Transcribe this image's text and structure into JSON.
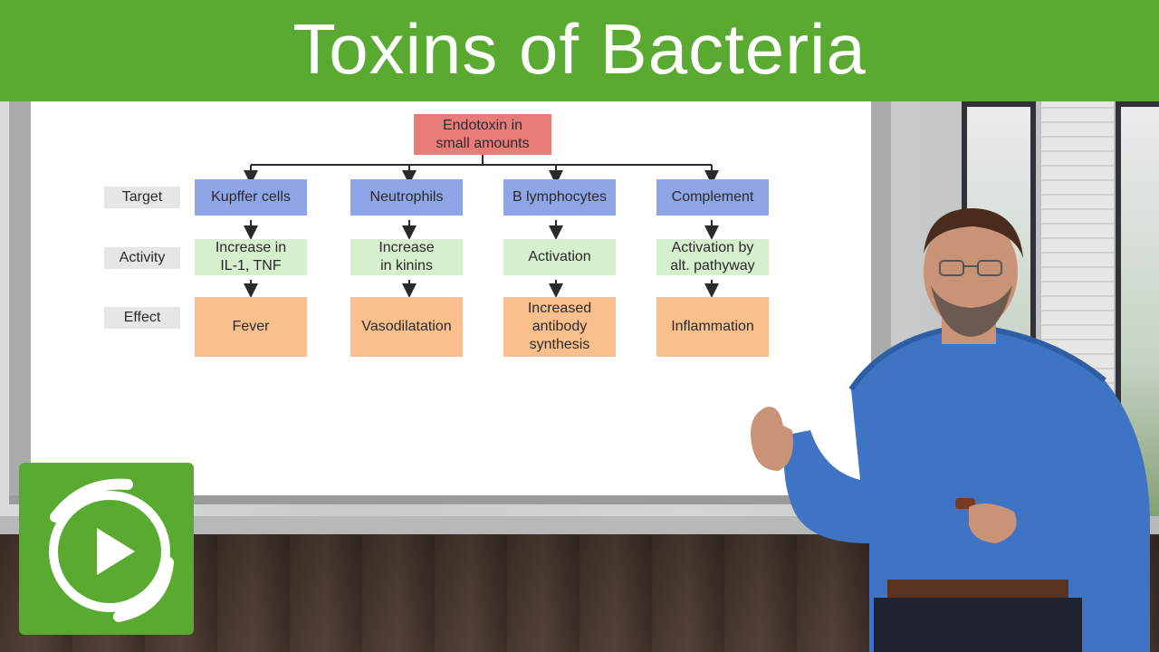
{
  "header": {
    "title": "Toxins of Bacteria"
  },
  "diagram": {
    "root": "Endotoxin in\nsmall amounts",
    "row_labels": {
      "target": "Target",
      "activity": "Activity",
      "effect": "Effect"
    },
    "columns": [
      {
        "target": "Kupffer cells",
        "activity": "Increase in\nIL-1, TNF",
        "effect": "Fever"
      },
      {
        "target": "Neutrophils",
        "activity": "Increase\nin kinins",
        "effect": "Vasodilatation"
      },
      {
        "target": "B lymphocytes",
        "activity": "Activation",
        "effect": "Increased\nantibody\nsynthesis"
      },
      {
        "target": "Complement",
        "activity": "Activation by\nalt. pathyway",
        "effect": "Inflammation"
      }
    ]
  },
  "colors": {
    "header_green": "#5aaa32",
    "root": "#e87c7a",
    "target": "#8ea6e6",
    "activity": "#d6efcc",
    "effect": "#f9c08e",
    "row_label": "#e6e6e6"
  },
  "logo": {
    "icon": "play-icon"
  }
}
